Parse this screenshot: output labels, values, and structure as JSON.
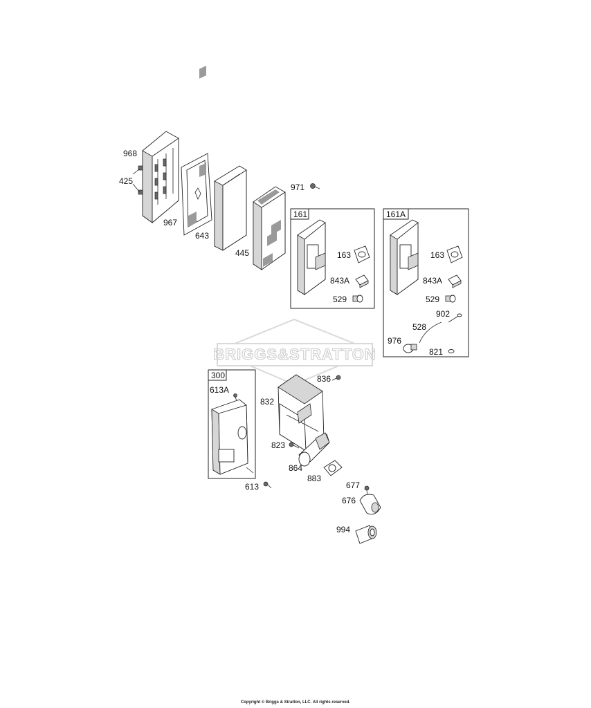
{
  "watermark": {
    "text": "BRIGGS&STRATTON"
  },
  "copyright": "Copyright © Briggs & Stratton, LLC. All rights reserved.",
  "boxes": {
    "b161": "161",
    "b161a": "161A",
    "b300": "300"
  },
  "labels": {
    "p968": "968",
    "p425": "425",
    "p967": "967",
    "p643": "643",
    "p445": "445",
    "p971": "971",
    "b161_163": "163",
    "b161_843a": "843A",
    "b161_529": "529",
    "b161a_163": "163",
    "b161a_843a": "843A",
    "b161a_529": "529",
    "b161a_902": "902",
    "b161a_528": "528",
    "b161a_976": "976",
    "b161a_821": "821",
    "p613a": "613A",
    "p613": "613",
    "p836": "836",
    "p832": "832",
    "p823": "823",
    "p864": "864",
    "p883": "883",
    "p677": "677",
    "p676": "676",
    "p994": "994"
  }
}
